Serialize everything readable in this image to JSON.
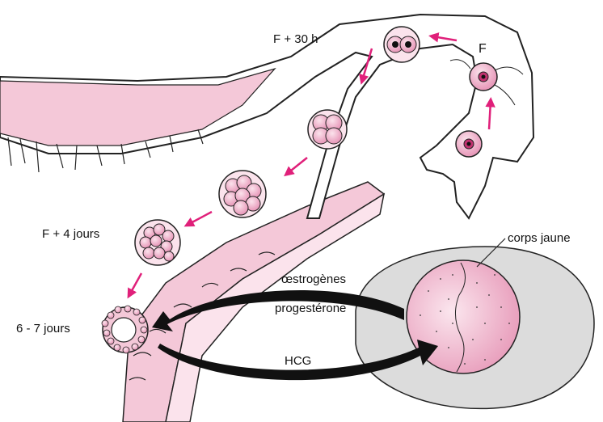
{
  "labels": {
    "fertilization": "F",
    "f30h": "F + 30 h",
    "f4days": "F + 4 jours",
    "days67": "6 - 7 jours",
    "corpus_luteum": "corps jaune",
    "estrogens": "œstrogènes",
    "progesterone": "progestérone",
    "hcg": "HCG"
  },
  "colors": {
    "pink_fill": "#f4c8d8",
    "pink_dark": "#e38ab0",
    "magenta_arrow": "#e0207a",
    "ovary_gray": "#dcdcdc",
    "outline": "#222222"
  }
}
